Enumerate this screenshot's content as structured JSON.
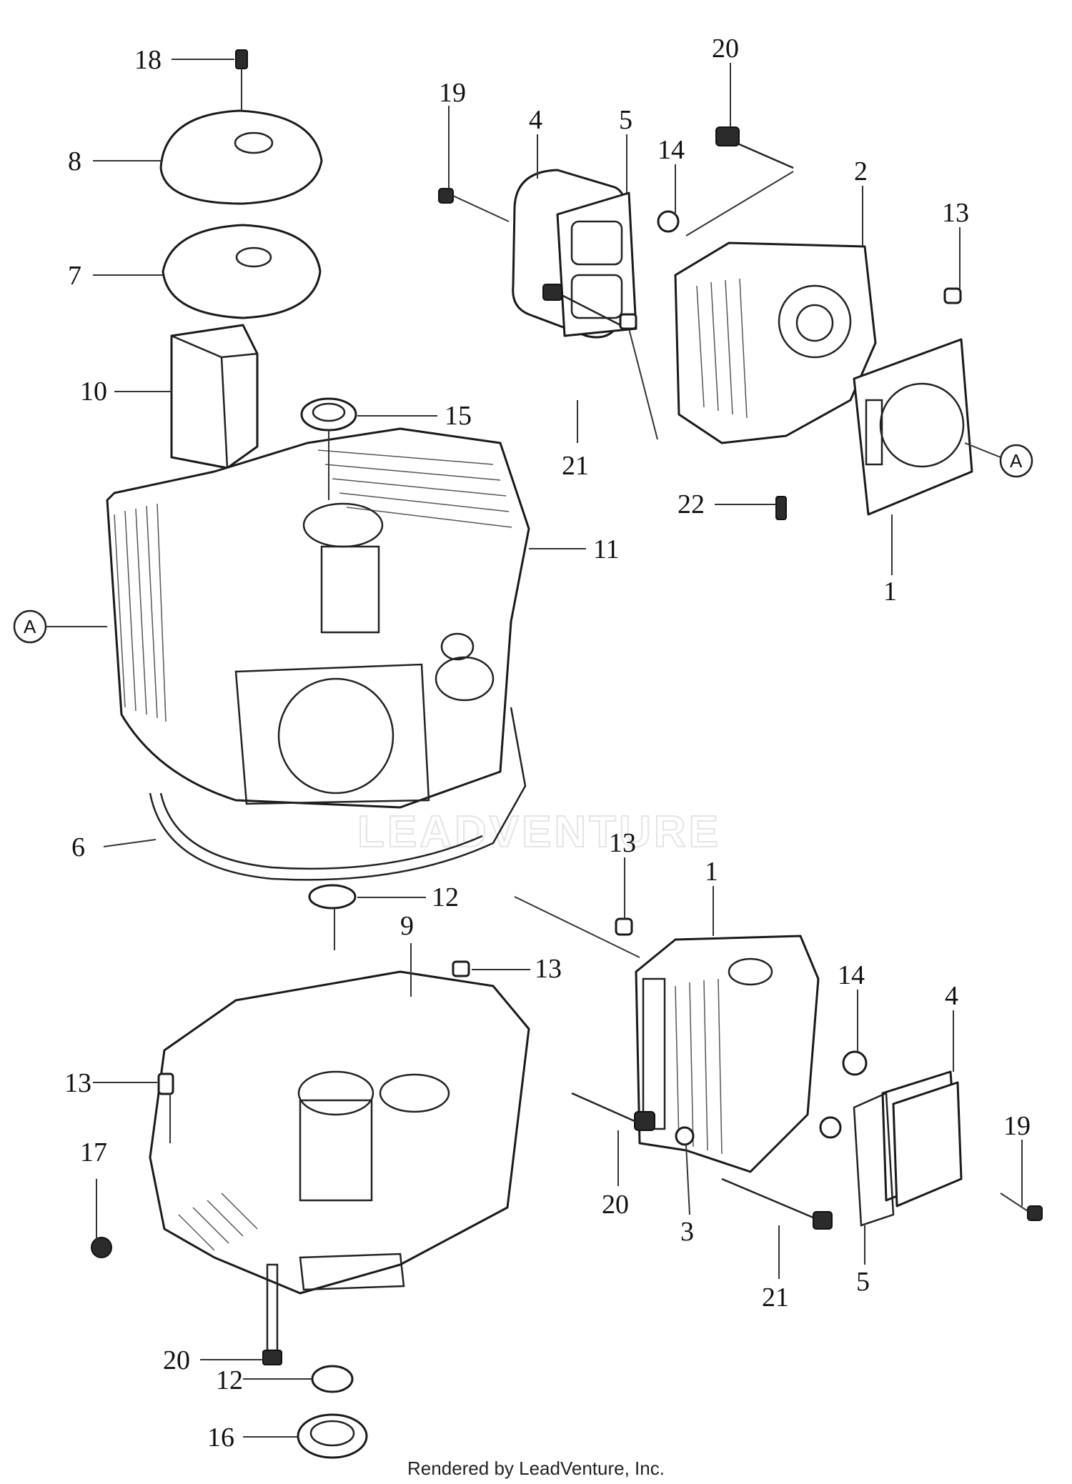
{
  "footer": "Rendered by LeadVenture, Inc.",
  "watermark": "LEADVENTURE",
  "reference_marker": "A",
  "callouts": {
    "c18": "18",
    "c8": "8",
    "c7": "7",
    "c10": "10",
    "c15": "15",
    "c11": "11",
    "c6": "6",
    "c12a": "12",
    "c9": "9",
    "c13d": "13",
    "c13e": "13",
    "c17": "17",
    "c20c": "20",
    "c12b": "12",
    "c16": "16",
    "c19a": "19",
    "c4a": "4",
    "c5a": "5",
    "c20a": "20",
    "c14a": "14",
    "c2": "2",
    "c13a": "13",
    "c21a": "21",
    "c22": "22",
    "c1a": "1",
    "c13b": "13",
    "c1b": "1",
    "c14b": "14",
    "c4b": "4",
    "c19b": "19",
    "c20b": "20",
    "c3": "3",
    "c5b": "5",
    "c21b": "21"
  }
}
